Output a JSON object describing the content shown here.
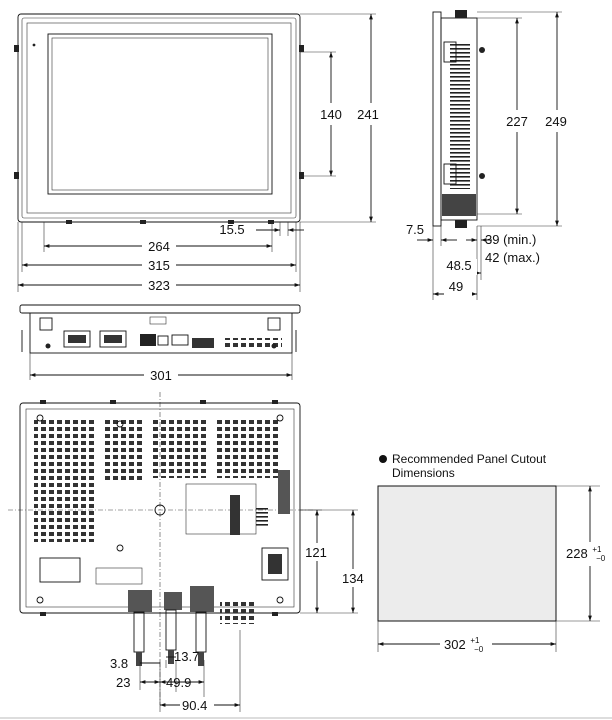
{
  "dimensions": {
    "front_display_height": "140",
    "front_total_height": "241",
    "front_bezel_margin": "15.5",
    "front_width_264": "264",
    "front_width_315": "315",
    "front_width_323": "323",
    "side_height_227": "227",
    "side_height_249": "249",
    "side_7_5": "7.5",
    "side_depth_min": "39 (min.)",
    "side_depth_max": "42 (max.)",
    "side_48_5": "48.5",
    "side_49": "49",
    "bottom_width_301": "301",
    "rear_121": "121",
    "rear_134": "134",
    "rear_3_8": "3.8",
    "rear_13_7": "13.7",
    "rear_23": "23",
    "rear_49_9": "49.9",
    "rear_90_4": "90.4"
  },
  "cutout": {
    "heading_line1": "Recommended Panel Cutout",
    "heading_line2": "Dimensions",
    "height_value": "228",
    "height_tol_plus": "+1",
    "height_tol_minus": "−0",
    "width_value": "302",
    "width_tol_plus": "+1",
    "width_tol_minus": "−0"
  }
}
